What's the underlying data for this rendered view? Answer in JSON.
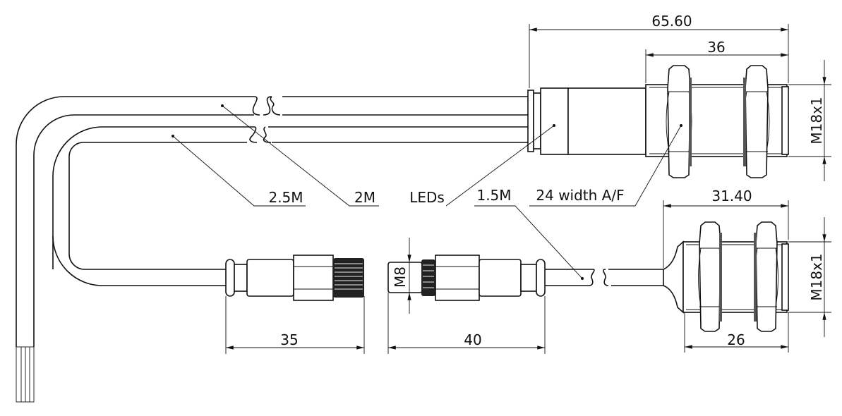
{
  "title": "M18x1 sensor with cable and M8 connector dimension drawing",
  "dimensions": {
    "overall_length": "65.60",
    "thread_length_top": "36",
    "thread_top": "M18x1",
    "overall_length_bottom": "31.40",
    "thread_length_bottom": "26",
    "thread_bottom": "M18x1",
    "female_connector_length": "35",
    "male_connector_length": "40",
    "connector_thread": "M8"
  },
  "labels": {
    "cable_a": "2.5M",
    "cable_b": "2M",
    "leds": "LEDs",
    "cable_c": "1.5M",
    "nut": "24 width A/F"
  }
}
